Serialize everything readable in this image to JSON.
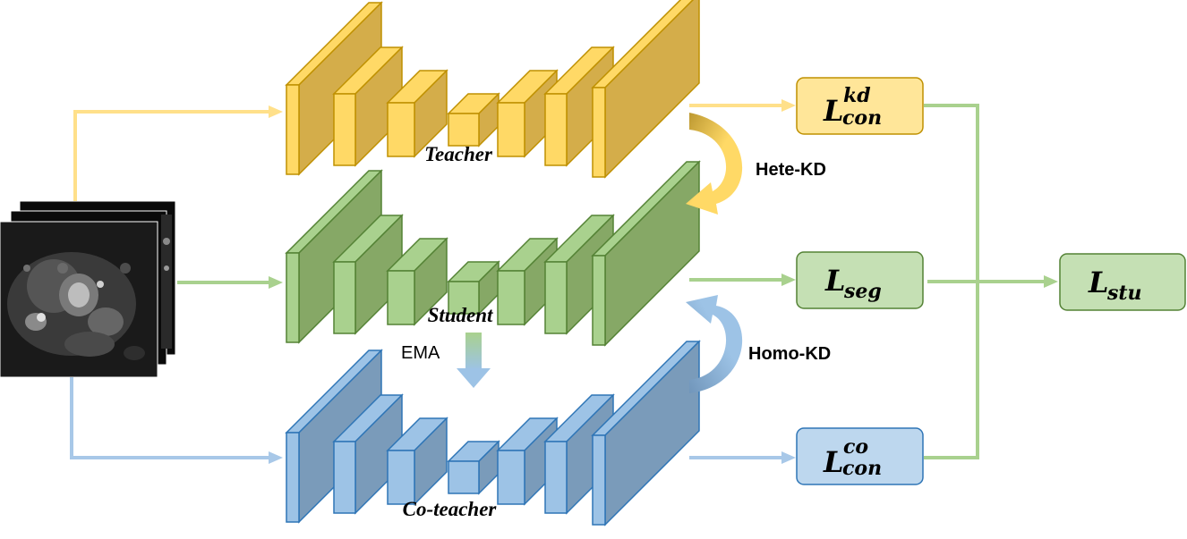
{
  "networks": {
    "teacher": "Teacher",
    "student": "Student",
    "coteacher": "Co-teacher"
  },
  "transfers": {
    "hete": "Hete-KD",
    "homo": "Homo-KD",
    "ema": "EMA"
  },
  "losses": {
    "kd": {
      "main": "L",
      "sup": "kd",
      "sub": "con"
    },
    "seg": {
      "main": "L",
      "sub": "seg"
    },
    "co": {
      "main": "L",
      "sup": "co",
      "sub": "con"
    },
    "stu": {
      "main": "L",
      "sub": "stu"
    }
  },
  "colors": {
    "teacher_front": "#FFD966",
    "teacher_side": "#D4AD4A",
    "teacher_edge": "#BF9000",
    "student_front": "#A9D18E",
    "student_side": "#86A866",
    "student_edge": "#548235",
    "coteacher_front": "#9DC3E6",
    "coteacher_side": "#7A9BBA",
    "coteacher_edge": "#2E75B6",
    "yellow_line": "#FFE08A",
    "green_line": "#A9D18E",
    "blue_line": "#A8C8E8",
    "box_yellow": "#FFE699",
    "box_green": "#C5E0B4",
    "box_blue": "#BDD7EE"
  }
}
